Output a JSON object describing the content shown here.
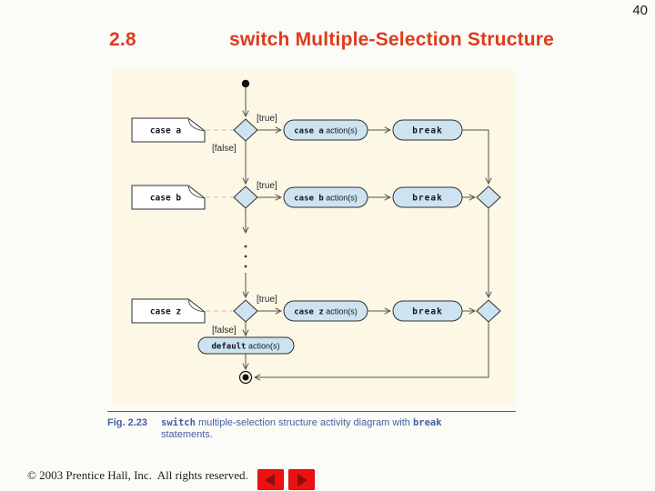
{
  "slide": {
    "page_number": "40",
    "section_number": "2.8",
    "title": "switch Multiple-Selection Structure",
    "footer": "© 2003 Prentice Hall, Inc.  All rights reserved."
  },
  "colors": {
    "title-red": "#de3b1b",
    "caption-blue": "#44619e",
    "panel-cream": "#fcf8e5",
    "node-blue": "#cde3f0",
    "nav-red": "#ee1111",
    "nav-arrow": "#8b0f10"
  },
  "diagram": {
    "guard_true": "[true]",
    "guard_false": "[false]",
    "rows": [
      {
        "note": "case a",
        "action_code": "case a",
        "action_rest": " action(s)",
        "break_label": "break"
      },
      {
        "note": "case b",
        "action_code": "case b",
        "action_rest": " action(s)",
        "break_label": "break"
      },
      {
        "note": "case z",
        "action_code": "case z",
        "action_rest": " action(s)",
        "break_label": "break"
      }
    ],
    "default_code": "default",
    "default_rest": " action(s)"
  },
  "caption": {
    "fig_label": "Fig. 2.23",
    "code1": "switch",
    "text1": " multiple-selection structure activity diagram with ",
    "code2": "break",
    "line2": "statements."
  },
  "nav": {
    "back_icon": "left-triangle",
    "forward_icon": "right-triangle"
  }
}
